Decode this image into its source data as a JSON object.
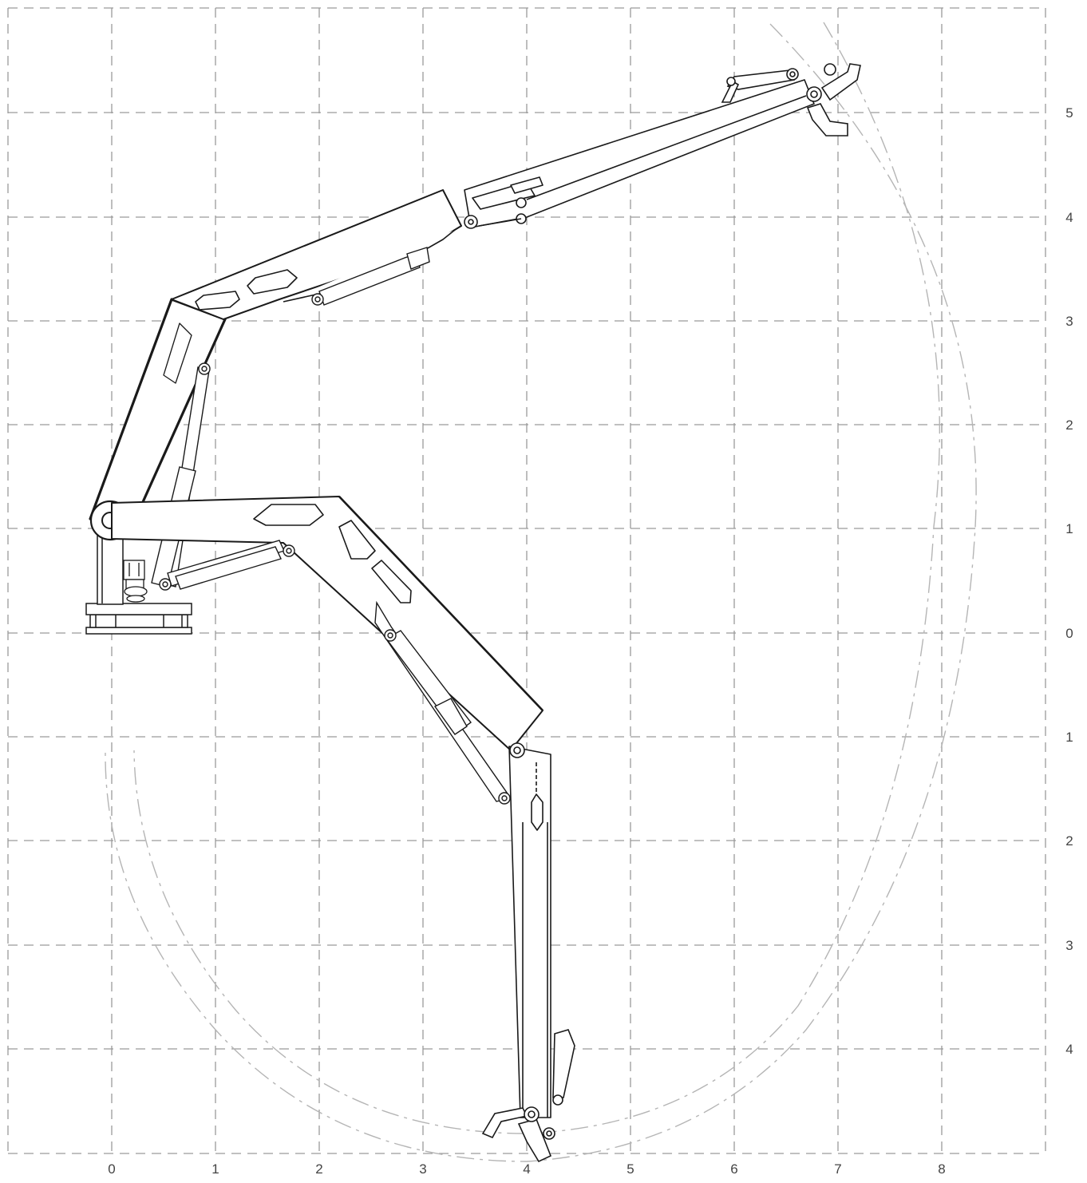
{
  "diagram": {
    "x_axis": {
      "tick_labels": [
        "0",
        "1",
        "2",
        "3",
        "4",
        "5",
        "6",
        "7",
        "8"
      ]
    },
    "y_axis": {
      "tick_labels": [
        "5",
        "4",
        "3",
        "2",
        "1",
        "0",
        "1",
        "2",
        "3",
        "4"
      ]
    },
    "colors": {
      "grid": "#9a9a9a",
      "line": "#1a1a1a",
      "fill": "#ffffff",
      "reach_arc": "#b5b5b5"
    },
    "parts": [
      "base-pedestal",
      "main-column",
      "inner-boom",
      "outer-boom",
      "extension-upper",
      "grapple-upper",
      "inner-boom-lowered",
      "extension-lowered",
      "grapple-lowered",
      "lift-cylinder",
      "fold-cylinder-upper",
      "fold-cylinder-lowered",
      "hydraulic-motor"
    ]
  }
}
